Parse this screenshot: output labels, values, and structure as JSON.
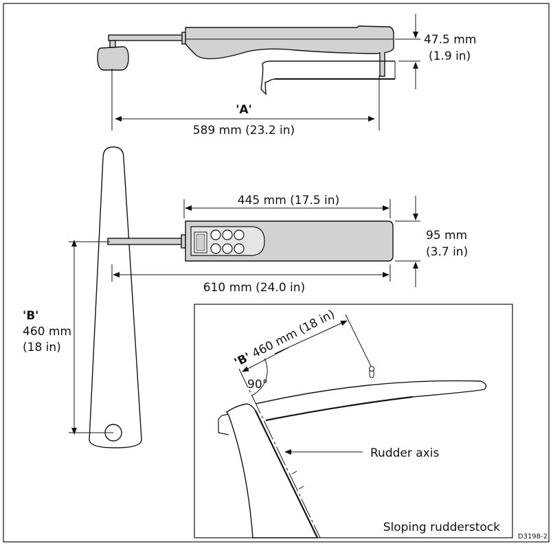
{
  "top_view": {
    "label_a": "'A'",
    "length": "589 mm (23.2 in)",
    "height_mm": "47.5 mm",
    "height_in": "(1.9 in)"
  },
  "side_view": {
    "body_length": "445 mm (17.5 in)",
    "width_mm": "95 mm",
    "width_in": "(3.7 in)",
    "overall_length": "610 mm (24.0 in)",
    "label_b": "'B'",
    "b_mm": "460 mm",
    "b_in": "(18 in)"
  },
  "inset": {
    "dimension_b_label": "'B'",
    "dimension_b_value": "460 mm (18 in)",
    "angle": "90°",
    "rudder_axis": "Rudder axis",
    "caption": "Sloping rudderstock"
  },
  "figure_id": "D3198-2"
}
